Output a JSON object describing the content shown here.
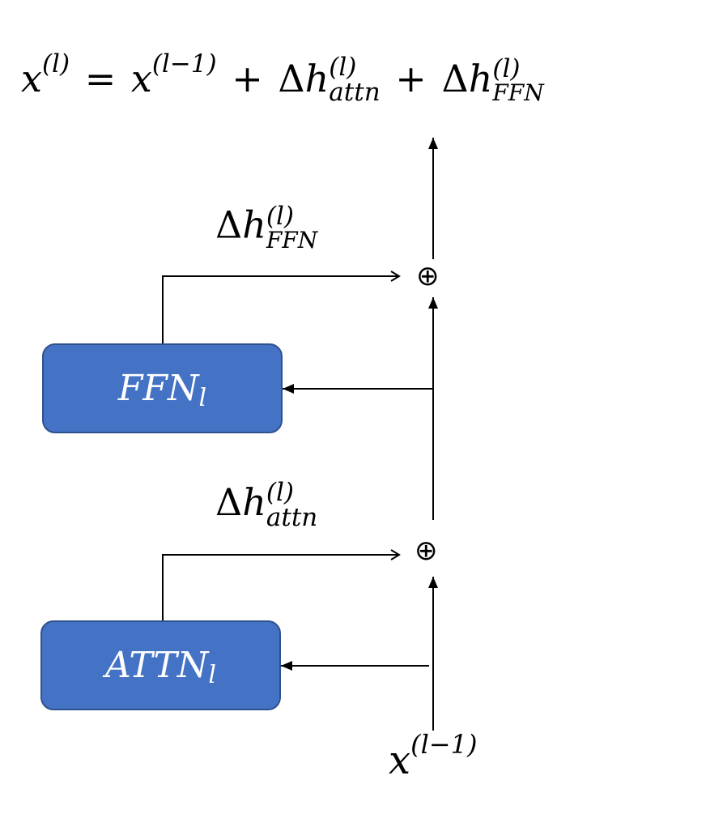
{
  "colors": {
    "block_fill": "#4472C4",
    "block_border": "#2F528F",
    "line": "#000000"
  },
  "equation": {
    "lhs_var": "x",
    "lhs_sup": "(l)",
    "equals": "=",
    "rhs_var": "x",
    "rhs_sup": "(l−1)",
    "plus_1": "+",
    "term1_delta": "Δ",
    "term1_var": "h",
    "term1_sup": "(l)",
    "term1_sub": "attn",
    "plus_2": "+",
    "term2_delta": "Δ",
    "term2_var": "h",
    "term2_sup": "(l)",
    "term2_sub": "FFN"
  },
  "ffn_block": {
    "name": "FFN",
    "sub": "l"
  },
  "attn_block": {
    "name": "ATTN",
    "sub": "l"
  },
  "ffn_update_label": {
    "delta": "Δ",
    "var": "h",
    "sup": "(l)",
    "sub": "FFN"
  },
  "attn_update_label": {
    "delta": "Δ",
    "var": "h",
    "sup": "(l)",
    "sub": "attn"
  },
  "adder_symbol": "⊕",
  "input_label": {
    "var": "x",
    "sup": "(l−1)"
  }
}
